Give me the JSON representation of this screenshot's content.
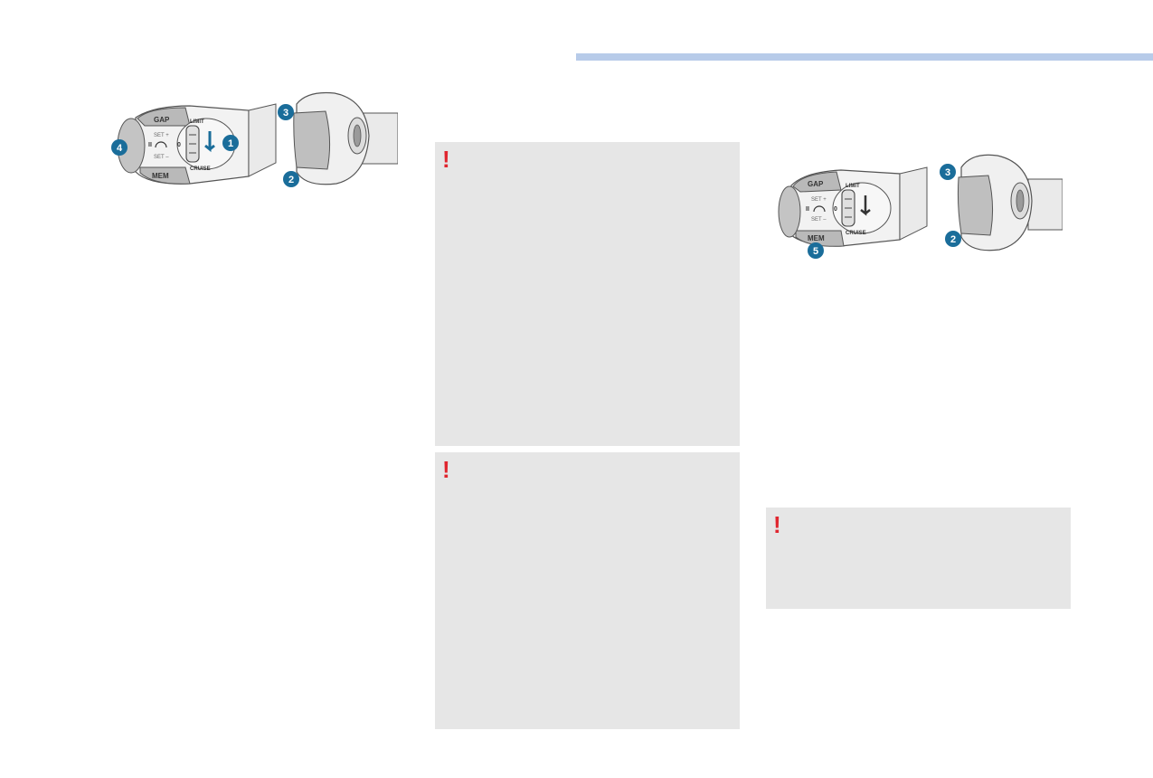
{
  "colors": {
    "header_band": "#b7cbe9",
    "note_background": "#e6e6e6",
    "warning_red": "#e0262f",
    "callout_teal": "#1a6d9a"
  },
  "figure_left": {
    "labels": {
      "gap": "GAP",
      "mem": "MEM",
      "limit": "LIMIT",
      "cruise": "CRUISE",
      "zero": "0",
      "set_plus": "SET +",
      "set_minus": "SET –",
      "pause": "II"
    },
    "callouts": [
      "1",
      "2",
      "3",
      "4"
    ]
  },
  "figure_right": {
    "labels": {
      "gap": "GAP",
      "mem": "MEM",
      "limit": "LIMIT",
      "cruise": "CRUISE",
      "zero": "0",
      "set_plus": "SET +",
      "set_minus": "SET –",
      "pause": "II"
    },
    "callouts": [
      "2",
      "3",
      "5"
    ]
  },
  "notes": [
    {
      "icon": "warning-icon",
      "symbol": "!"
    },
    {
      "icon": "warning-icon",
      "symbol": "!"
    },
    {
      "icon": "warning-icon",
      "symbol": "!"
    }
  ]
}
